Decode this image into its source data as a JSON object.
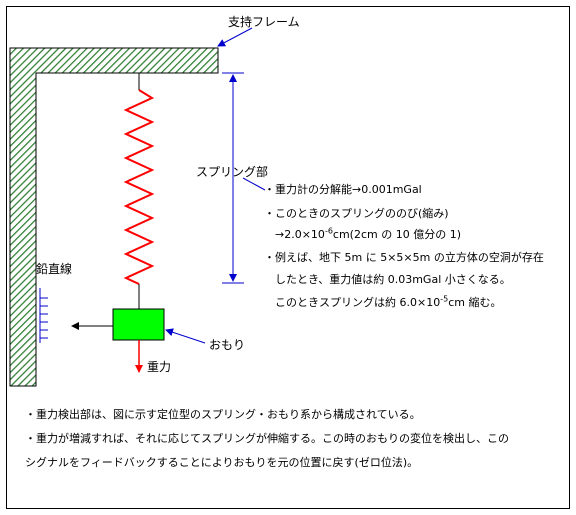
{
  "labels": {
    "frame": "支持フレーム",
    "spring_section": "スプリング部",
    "plumb_line": "鉛直線",
    "weight": "おもり",
    "gravity": "重力"
  },
  "notes": {
    "resolution": "・重力計の分解能→0.001mGal",
    "elongation_title": "・このときのスプリングののび(縮み)",
    "elongation_value_a": "→2.0×10",
    "elongation_value_sup": "-6",
    "elongation_value_b": "cm(2cm の 10 億分の 1)",
    "example_line1": "・例えば、地下 5m に 5×5×5m の立方体の空洞が存在",
    "example_line2": "したとき、重力値は約 0.03mGal 小さくなる。",
    "example_line3_a": "このときスプリングは約 6.0×10",
    "example_line3_sup": "-5",
    "example_line3_b": "cm 縮む。"
  },
  "description": {
    "line1": "・重力検出部は、図に示す定位型のスプリング・おもり系から構成されている。",
    "line2": "・重力が増減すれば、それに応じてスプリングが伸縮する。この時のおもりの変位を検出し、この",
    "line3": "シグナルをフィードバックすることによりおもりを元の位置に戻す(ゼロ位法)。"
  },
  "colors": {
    "frame_hatch": "#2e7d32",
    "spring": "#ff0000",
    "weight": "#00ff00",
    "annotation": "#0000cc",
    "gravity_arrow": "#ff0000"
  }
}
